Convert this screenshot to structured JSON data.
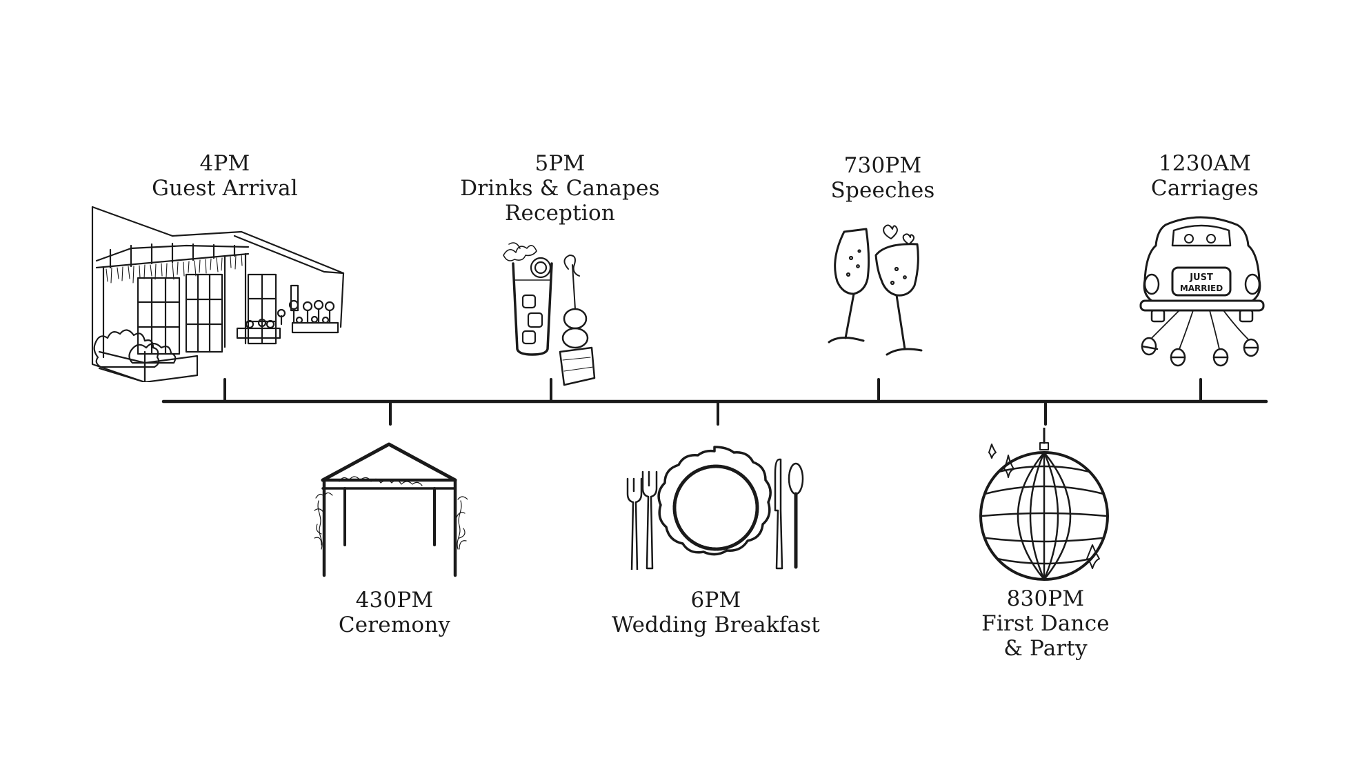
{
  "timeline": {
    "events": [
      {
        "time": "4PM",
        "title": "Guest Arrival",
        "title_line2": "",
        "icon": "venue-building-icon",
        "side": "above"
      },
      {
        "time": "430PM",
        "title": "Ceremony",
        "title_line2": "",
        "icon": "wedding-arch-icon",
        "side": "below"
      },
      {
        "time": "5PM",
        "title": "Drinks & Canapes",
        "title_line2": "Reception",
        "icon": "cocktail-canape-icon",
        "side": "above"
      },
      {
        "time": "6PM",
        "title": "Wedding Breakfast",
        "title_line2": "",
        "icon": "place-setting-icon",
        "side": "below"
      },
      {
        "time": "730PM",
        "title": "Speeches",
        "title_line2": "",
        "icon": "champagne-toast-icon",
        "side": "above"
      },
      {
        "time": "830PM",
        "title": "First Dance",
        "title_line2": "& Party",
        "icon": "disco-ball-icon",
        "side": "below"
      },
      {
        "time": "1230AM",
        "title": "Carriages",
        "title_line2": "",
        "icon": "just-married-car-icon",
        "side": "above"
      }
    ],
    "car_plate_line1": "JUST",
    "car_plate_line2": "MARRIED"
  },
  "colors": {
    "ink": "#1a1a1a",
    "background": "#ffffff"
  }
}
